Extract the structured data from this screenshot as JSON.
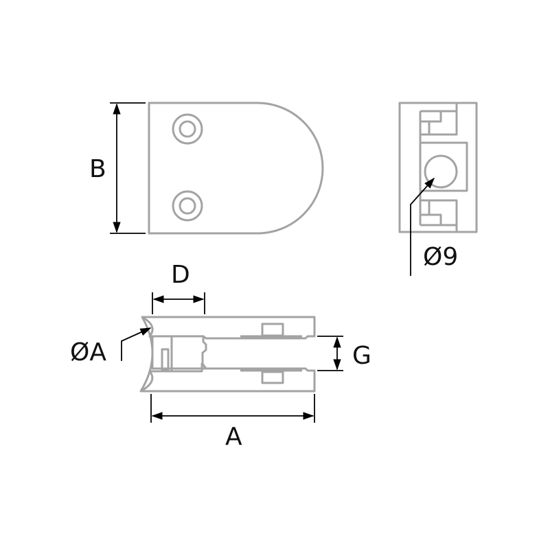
{
  "labels": {
    "B": "B",
    "D": "D",
    "diameter_A": "ØA",
    "G": "G",
    "A": "A",
    "diameter_9": "Ø9"
  },
  "colors": {
    "part_outline": "#a3a3a3",
    "dimension": "#000000",
    "background": "#ffffff"
  }
}
